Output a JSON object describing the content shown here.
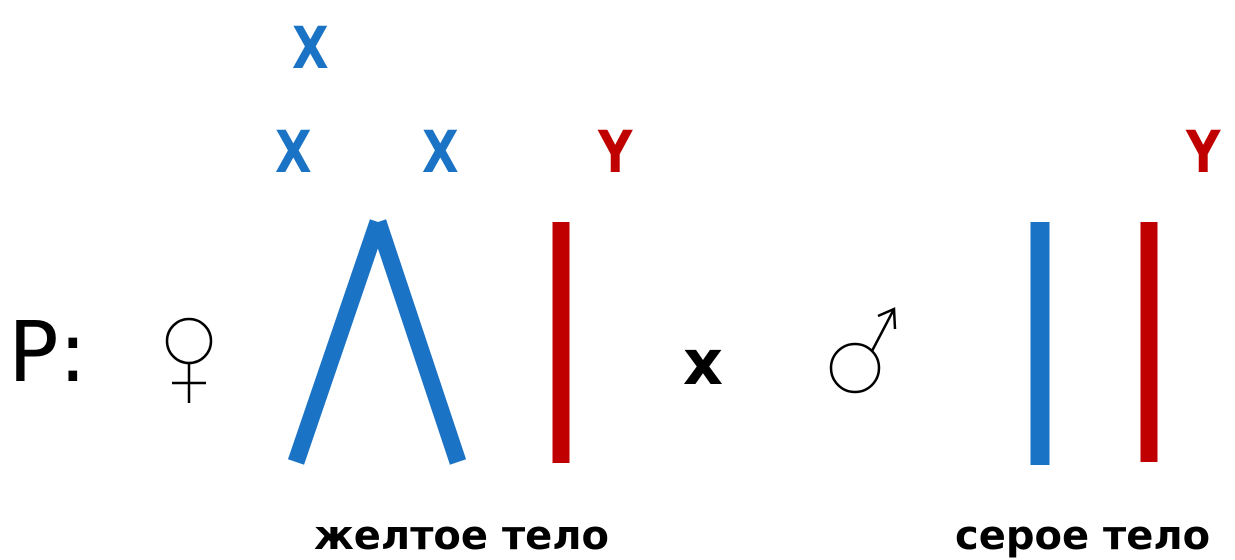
{
  "generation_label": "P:",
  "cross_symbol": "x",
  "female": {
    "symbol_icon": "female-symbol-icon",
    "chromosome_labels": {
      "attached_top": "X",
      "attached_left": "X",
      "attached_right": "X",
      "y": "Y"
    },
    "phenotype": "желтое тело"
  },
  "male": {
    "symbol_icon": "male-symbol-icon",
    "chromosome_labels": {
      "y": "Y"
    },
    "phenotype": "серое тело"
  },
  "colors": {
    "x_chromosome": "#1a73c4",
    "y_chromosome": "#c00000",
    "text": "#000000"
  }
}
